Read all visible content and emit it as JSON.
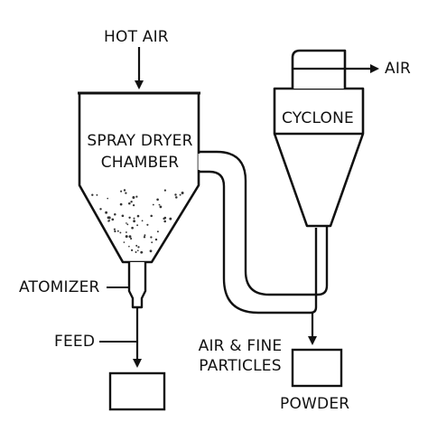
{
  "diagram": {
    "labels": {
      "hot_air": "HOT AIR",
      "air": "AIR",
      "cyclone": "CYCLONE",
      "chamber_line1": "SPRAY DRYER",
      "chamber_line2": "CHAMBER",
      "atomizer": "ATOMIZER",
      "feed": "FEED",
      "fine_particles_line1": "AIR & FINE",
      "fine_particles_line2": "PARTICLES",
      "powder": "POWDER"
    },
    "colors": {
      "stroke": "#111111",
      "background": "#ffffff",
      "particles": "#333333"
    }
  }
}
